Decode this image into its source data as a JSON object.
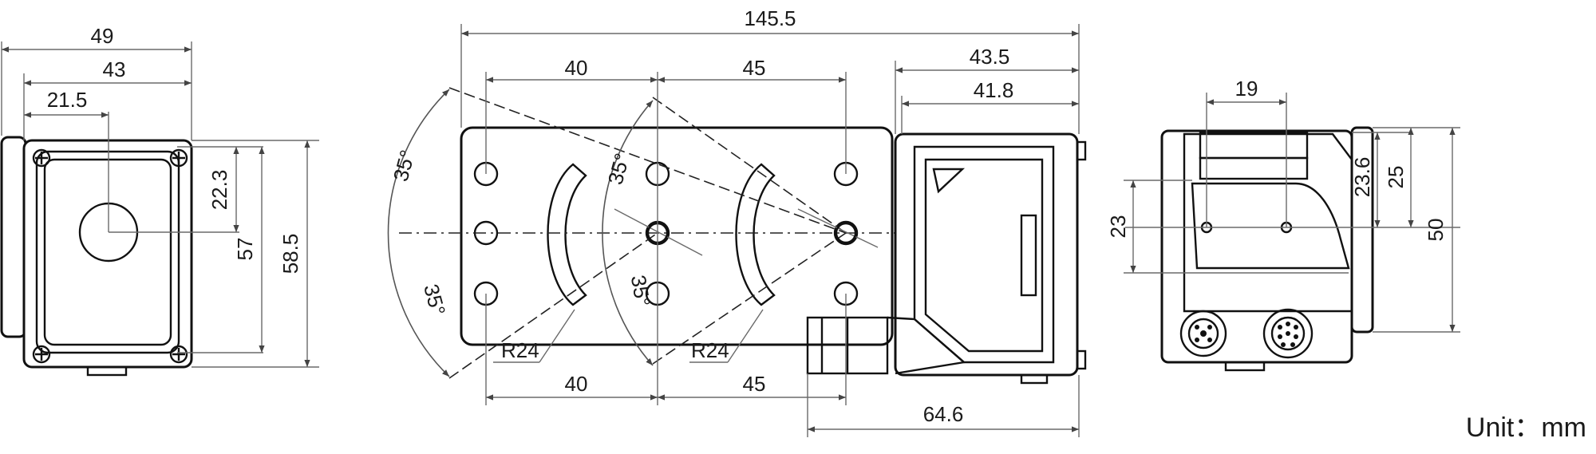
{
  "title": "",
  "unit_label": "Unit：mm",
  "left_view": {
    "width_49": "49",
    "width_43": "43",
    "width_21_5": "21.5",
    "height_22_3": "22.3",
    "height_57": "57",
    "height_58_5": "58.5"
  },
  "front_view": {
    "overall_145_5": "145.5",
    "spacing_40_top": "40",
    "spacing_45_top": "45",
    "spacing_40_bottom": "40",
    "spacing_45_bottom": "45",
    "depth_43_5": "43.5",
    "depth_41_8": "41.8",
    "connector_64_6": "64.6",
    "angle_left_upper": "35°",
    "angle_left_lower": "35°",
    "angle_mid_upper": "35°",
    "angle_mid_lower": "35°",
    "radius_left": "R24",
    "radius_right": "R24"
  },
  "right_view": {
    "width_19": "19",
    "height_23": "23",
    "height_23_6": "23.6",
    "height_25": "25",
    "height_50": "50"
  },
  "colors": {
    "line": "#111111",
    "dimension_line": "#6a6a6a",
    "background": "#ffffff"
  }
}
